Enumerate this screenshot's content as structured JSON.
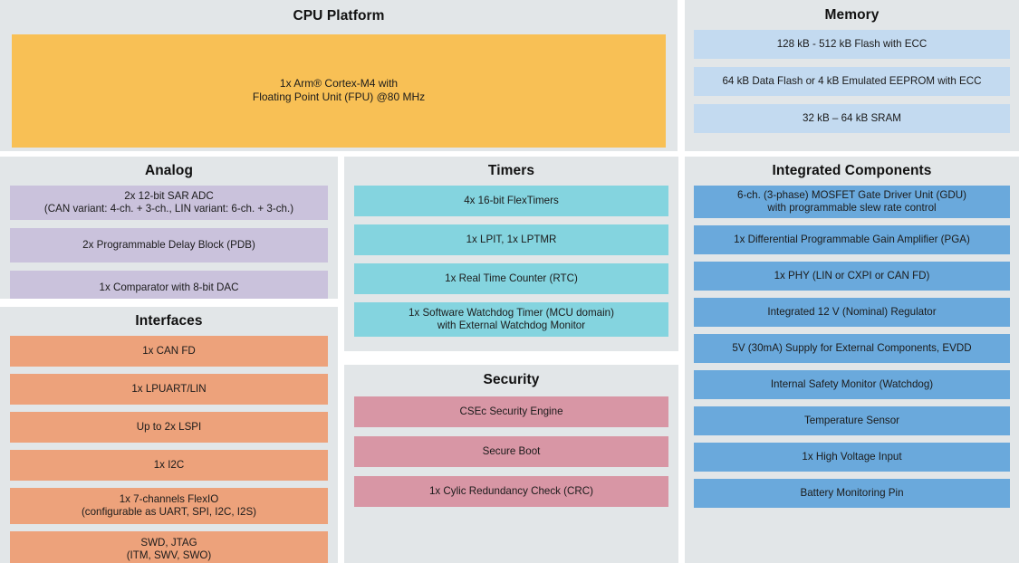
{
  "colors": {
    "page_background": "#ffffff",
    "panel_background": "#e2e6e8",
    "cpu_block": "#f8c055",
    "memory_block": "#c3daf0",
    "analog_block": "#cac2dc",
    "interfaces_block": "#eda27b",
    "timers_block": "#84d4df",
    "security_block": "#d896a5",
    "integrated_block": "#6aa9dc",
    "text": "#1b1b1b"
  },
  "panels": {
    "cpu": {
      "title": "CPU Platform",
      "blocks": [
        "1x Arm® Cortex-M4 with\nFloating Point Unit (FPU) @80 MHz"
      ]
    },
    "memory": {
      "title": "Memory",
      "blocks": [
        "128 kB - 512 kB Flash with ECC",
        "64 kB Data Flash or 4 kB Emulated EEPROM with ECC",
        "32 kB – 64 kB SRAM"
      ]
    },
    "analog": {
      "title": "Analog",
      "blocks": [
        "2x 12-bit SAR ADC\n(CAN variant: 4-ch. + 3-ch., LIN variant: 6-ch. + 3-ch.)",
        "2x Programmable Delay Block (PDB)",
        "1x Comparator with 8-bit DAC"
      ]
    },
    "interfaces": {
      "title": "Interfaces",
      "blocks": [
        "1x CAN FD",
        "1x LPUART/LIN",
        "Up to 2x LSPI",
        "1x I2C",
        "1x 7-channels FlexIO\n(configurable as UART, SPI, I2C, I2S)",
        "SWD, JTAG\n(ITM, SWV, SWO)"
      ]
    },
    "timers": {
      "title": "Timers",
      "blocks": [
        "4x 16-bit FlexTimers",
        "1x LPIT, 1x LPTMR",
        "1x Real Time Counter (RTC)",
        "1x Software Watchdog Timer (MCU domain)\nwith External Watchdog Monitor"
      ]
    },
    "security": {
      "title": "Security",
      "blocks": [
        "CSEc Security Engine",
        "Secure Boot",
        "1x Cylic Redundancy Check (CRC)"
      ]
    },
    "integrated": {
      "title": "Integrated Components",
      "blocks": [
        "6-ch. (3-phase) MOSFET Gate Driver Unit (GDU)\nwith programmable slew rate control",
        "1x Differential Programmable Gain Amplifier (PGA)",
        "1x PHY (LIN or CXPI or CAN FD)",
        "Integrated 12 V (Nominal) Regulator",
        "5V (30mA) Supply for External Components, EVDD",
        "Internal Safety Monitor (Watchdog)",
        "Temperature Sensor",
        "1x High Voltage Input",
        "Battery Monitoring Pin"
      ]
    }
  }
}
